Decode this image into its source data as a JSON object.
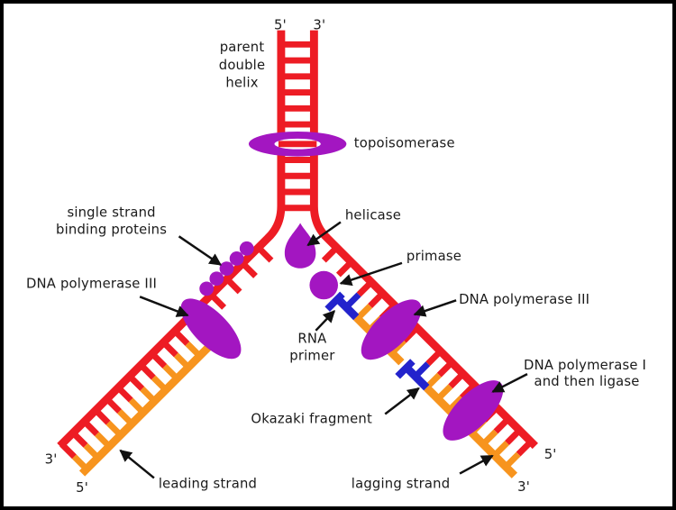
{
  "labels": {
    "five_prime_top": "5'",
    "three_prime_top": "3'",
    "parent_line1": "parent",
    "parent_line2": "double",
    "parent_line3": "helix",
    "topoisomerase": "topoisomerase",
    "helicase": "helicase",
    "primase": "primase",
    "ssb_line1": "single strand",
    "ssb_line2": "binding proteins",
    "dna_pol3_left": "DNA polymerase III",
    "dna_pol3_right": "DNA polymerase III",
    "rna_primer_line1": "RNA",
    "rna_primer_line2": "primer",
    "okazaki_fragment": "Okazaki fragment",
    "dna_pol1_line1": "DNA polymerase I",
    "dna_pol1_line2": "and then ligase",
    "leading_strand": "leading strand",
    "lagging_strand": "lagging strand",
    "three_prime_bottom_left": "3'",
    "five_prime_bottom_left": "5'",
    "five_prime_right": "5'",
    "three_prime_right": "3'"
  },
  "colors": {
    "red": "#ed1c24",
    "orange": "#f7941e",
    "blue": "#2323cc",
    "purple": "#a316c1",
    "text": "#1a1a1a",
    "arrow": "#111111",
    "background": "#ffffff",
    "border": "#000000"
  }
}
